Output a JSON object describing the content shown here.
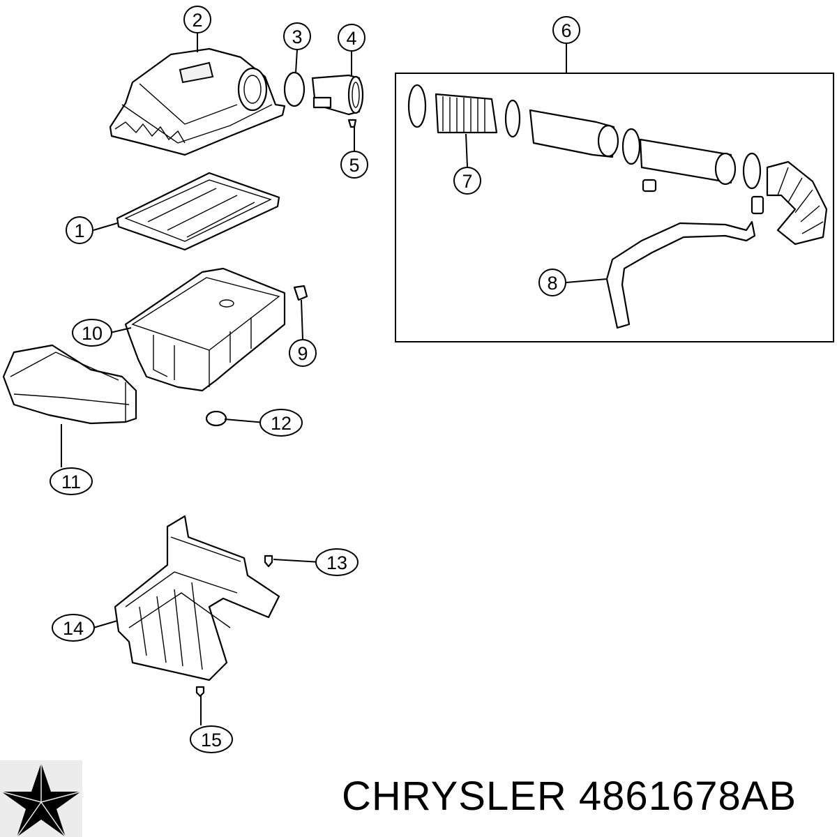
{
  "callouts": [
    "1",
    "2",
    "3",
    "4",
    "5",
    "6",
    "7",
    "8",
    "9",
    "10",
    "11",
    "12",
    "13",
    "14",
    "15"
  ],
  "footer": {
    "brand_part_text": "CHRYSLER 4861678AB"
  },
  "logo": {
    "icon": "chrysler-pentastar-logo"
  }
}
